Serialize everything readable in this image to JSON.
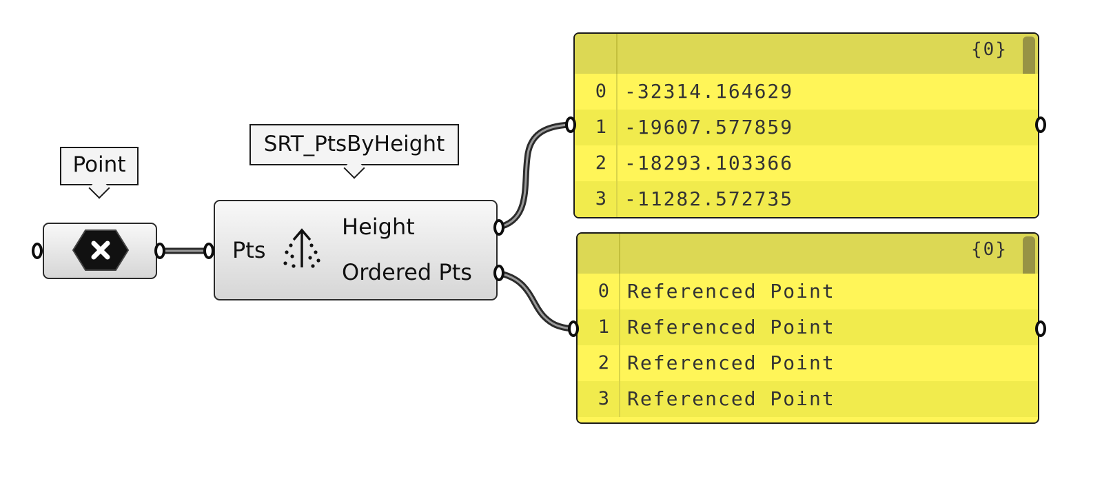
{
  "tooltips": {
    "point": "Point",
    "component": "SRT_PtsByHeight"
  },
  "component": {
    "input": "Pts",
    "outputs": [
      "Height",
      "Ordered Pts"
    ],
    "icon": "sort-by-height-icon"
  },
  "point_param": {
    "icon": "point-x-icon"
  },
  "panels": [
    {
      "path": "{0}",
      "rows": [
        {
          "index": "0",
          "value": "-32314.164629"
        },
        {
          "index": "1",
          "value": "-19607.577859"
        },
        {
          "index": "2",
          "value": "-18293.103366"
        },
        {
          "index": "3",
          "value": "-11282.572735"
        }
      ]
    },
    {
      "path": "{0}",
      "rows": [
        {
          "index": "0",
          "value": "Referenced Point"
        },
        {
          "index": "1",
          "value": "Referenced Point"
        },
        {
          "index": "2",
          "value": "Referenced Point"
        },
        {
          "index": "3",
          "value": "Referenced Point"
        }
      ]
    }
  ],
  "colors": {
    "panel": "#fff558",
    "panel_header": "#dcd854",
    "wire": "#6e6e6e"
  }
}
